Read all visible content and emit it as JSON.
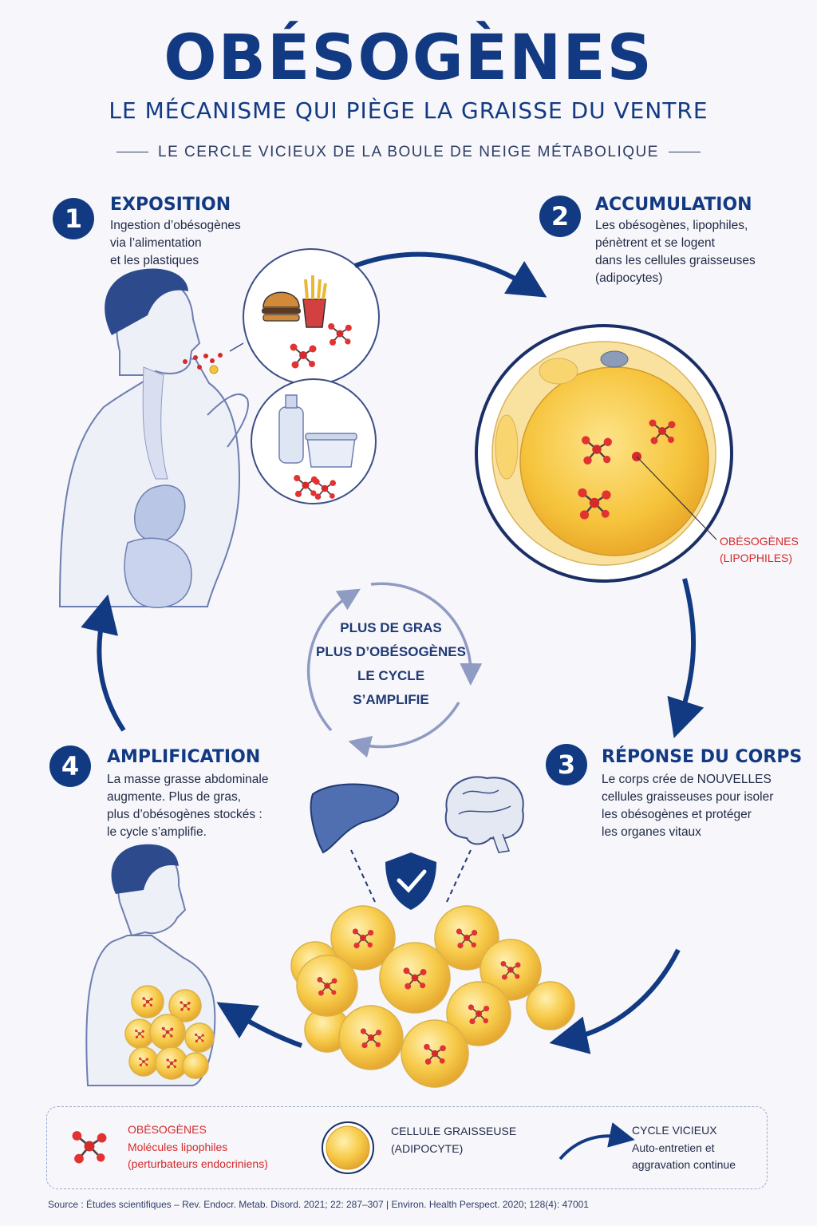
{
  "title": "OBÉSOGÈNES",
  "subtitle": "LE MÉCANISME QUI PIÈGE LA GRAISSE DU VENTRE",
  "tagline": "LE CERCLE VICIEUX DE LA BOULE DE NEIGE MÉTABOLIQUE",
  "steps": [
    {
      "number": "1",
      "title": "EXPOSITION",
      "text": "Ingestion d’obésogènes\nvia l’alimentation\net les plastiques"
    },
    {
      "number": "2",
      "title": "ACCUMULATION",
      "text": "Les obésogènes, lipophiles,\npénètrent et se logent\ndans les cellules graisseuses\n(adipocytes)"
    },
    {
      "number": "3",
      "title": "RÉPONSE DU CORPS",
      "text": "Le corps crée de NOUVELLES\ncellules graisseuses pour isoler\nles obésogènes et protéger\nles organes vitaux"
    },
    {
      "number": "4",
      "title": "AMPLIFICATION",
      "text": "La masse grasse abdominale\naugmente. Plus de gras,\nplus d’obésogènes stockés :\nle cycle s’amplifie."
    }
  ],
  "center_cycle": [
    "PLUS DE GRAS",
    "PLUS D’OBÉSOGÈNES",
    "LE CYCLE",
    "S’AMPLIFIE"
  ],
  "callout": {
    "line1": "OBÉSOGÈNES",
    "line2": "(LIPOPHILES)"
  },
  "legend": {
    "obesogenes": {
      "title": "OBÉSOGÈNES",
      "line1": "Molécules lipophiles",
      "line2": "(perturbateurs endocriniens)"
    },
    "cellule": {
      "title": "CELLULE GRAISSEUSE",
      "line1": "(ADIPOCYTE)"
    },
    "cycle": {
      "title": "CYCLE VICIEUX",
      "line1": "Auto-entretien et",
      "line2": "aggravation continue"
    }
  },
  "source": "Source : Études scientifiques – Rev. Endocr. Metab. Disord. 2021; 22: 287–307  |  Environ. Health Perspect. 2020; 128(4): 47001",
  "colors": {
    "navy": "#123a82",
    "fat_yellow": "#f5c53a",
    "molecule_red": "#d42a2a",
    "background": "#f7f6fb"
  },
  "icons": [
    "burger-icon",
    "fries-icon",
    "bottle-icon",
    "food-container-icon",
    "liver-icon",
    "brain-icon",
    "shield-check-icon",
    "molecule-icon",
    "fat-cell-icon",
    "cycle-arrow-icon"
  ]
}
